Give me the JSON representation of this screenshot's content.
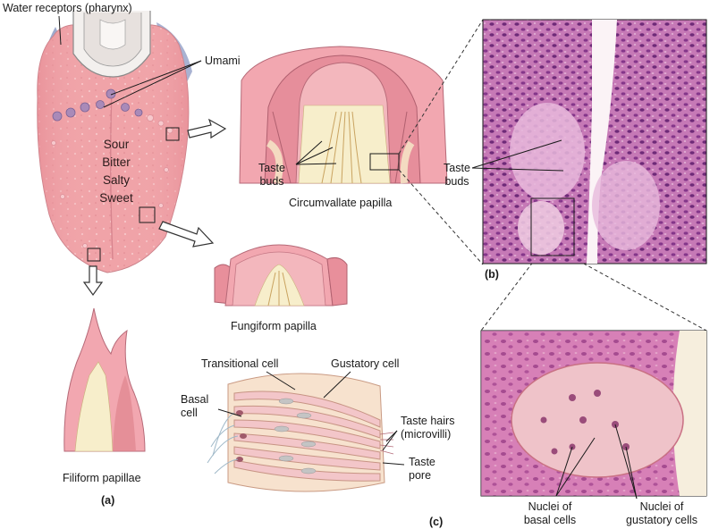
{
  "labels": {
    "water_receptors": "Water receptors (pharynx)",
    "umami": "Umami",
    "sour": "Sour",
    "bitter": "Bitter",
    "salty": "Salty",
    "sweet": "Sweet",
    "taste_buds_circ": "Taste\nbuds",
    "circumvallate": "Circumvallate papilla",
    "taste_buds_micro": "Taste\nbuds",
    "fungiform": "Fungiform papilla",
    "filiform": "Filiform papillae",
    "transitional_cell": "Transitional cell",
    "gustatory_cell": "Gustatory cell",
    "basal_cell": "Basal\ncell",
    "taste_hairs": "Taste hairs\n(microvilli)",
    "taste_pore": "Taste\npore",
    "nuclei_basal": "Nuclei of\nbasal cells",
    "nuclei_gustatory": "Nuclei of\ngustatory cells"
  },
  "panel_letters": {
    "a": "(a)",
    "b": "(b)",
    "c": "(c)"
  },
  "colors": {
    "tongue": "#f0a3a8",
    "tongue_dark": "#d9838c",
    "pharynx": "#9ea9cc",
    "papilla_pink": "#e78e99",
    "papilla_cream": "#f7eecb",
    "histo_bg": "#c978b8",
    "histo_dark": "#7a2f7f",
    "histo_light": "#f0d8e8"
  }
}
